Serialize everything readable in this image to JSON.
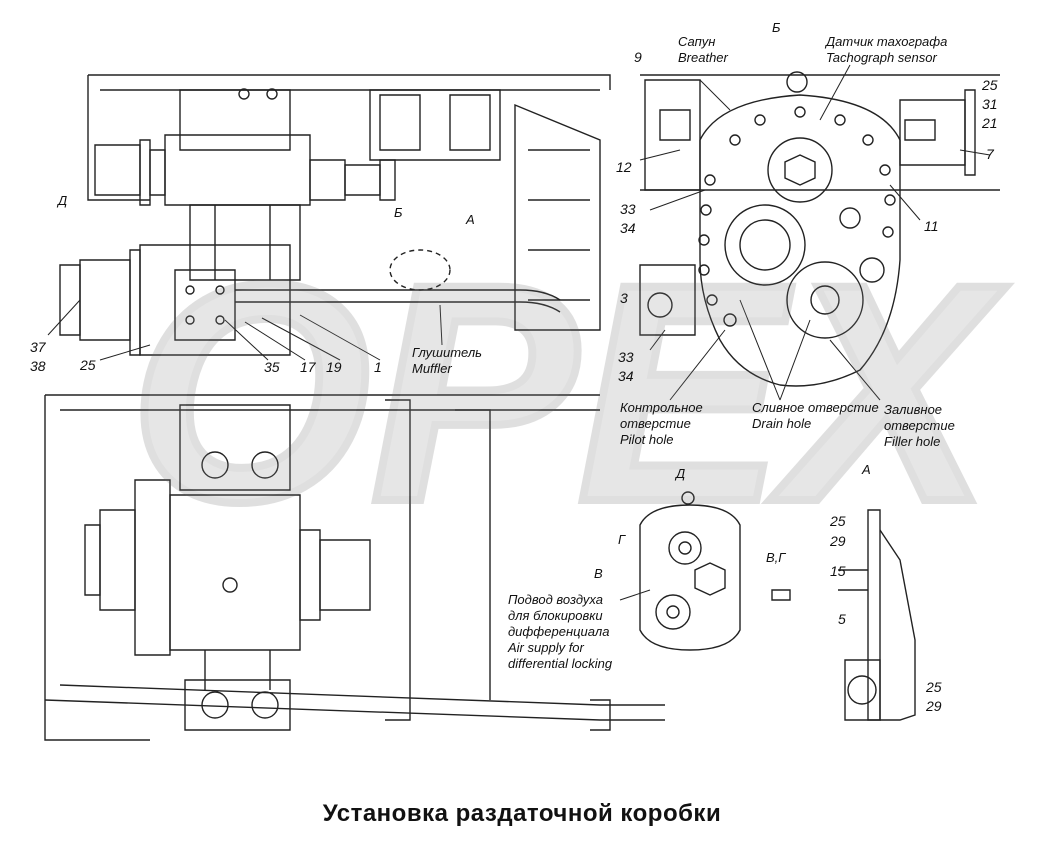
{
  "title": "Установка раздаточной коробки",
  "watermark": "OPEX",
  "labels": {
    "saphun": "Сапун",
    "breather": "Breather",
    "tacho_ru": "Датчик тахографа",
    "tacho_en": "Tachograph sensor",
    "view_b_top": "Б",
    "view_b": "Б",
    "view_a": "А",
    "view_a2": "А",
    "view_d_arrow": "Д",
    "view_d": "Д",
    "view_v": "В",
    "view_vg": "В,Г",
    "view_g": "Г",
    "muffler_ru": "Глушитель",
    "muffler_en": "Muffler",
    "pilot_ru1": "Контрольное",
    "pilot_ru2": "отверстие",
    "pilot_en": "Pilot hole",
    "drain_ru": "Сливное отверстие",
    "drain_en": "Drain   hole",
    "filler_ru1": "Заливное",
    "filler_ru2": "отверстие",
    "filler_en": "Filler hole",
    "air_ru1": "Подвод воздуха",
    "air_ru2": "для блокировки",
    "air_ru3": "дифференциала",
    "air_en1": "Air supply for",
    "air_en2": "differential locking"
  },
  "callouts": {
    "n9": "9",
    "n25a": "25",
    "n31": "31",
    "n21": "21",
    "n7": "7",
    "n12": "12",
    "n11": "11",
    "n33a": "33",
    "n34a": "34",
    "n3": "3",
    "n33b": "33",
    "n34b": "34",
    "n37": "37",
    "n38": "38",
    "n25b": "25",
    "n35": "35",
    "n17": "17",
    "n19": "19",
    "n1": "1",
    "n25c": "25",
    "n29a": "29",
    "n15": "15",
    "n5": "5",
    "n25d": "25",
    "n29b": "29"
  }
}
